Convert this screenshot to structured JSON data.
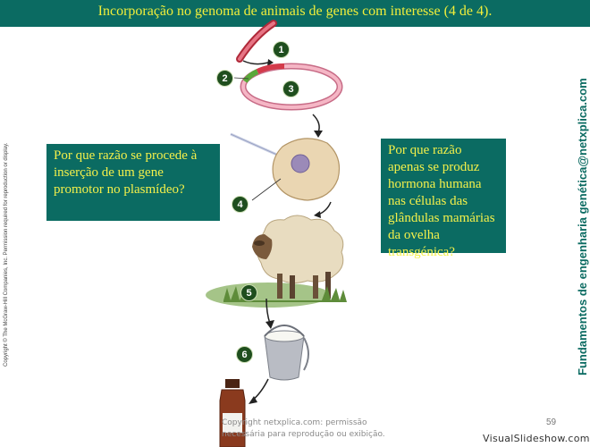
{
  "title": "Incorporação no genoma de animais de genes com interesse (4 de 4).",
  "copyright": "Copyright © The McGraw-Hill Companies, Inc. Permission required for reproduction or display.",
  "side_label": "Fundamentos de engenharia genética@netxplica.com",
  "question_left": "Por que razão se procede à inserção de um gene promotor no plasmídeo?",
  "question_right": "Por que razão apenas se produz hormona humana nas células das glândulas mamárias da ovelha transgénica?",
  "steps": [
    "1",
    "2",
    "3",
    "4",
    "5",
    "6"
  ],
  "footer": "Copyright netxplica.com: permissão necessária para reprodução ou exibição.",
  "page_number": "59",
  "watermark": "VisualSlideshow.com",
  "colors": {
    "title_bar": "#0b6b62",
    "title_text": "#f1ee3a",
    "box_bg": "#0b6b62",
    "box_text": "#f4f04a",
    "plasmid": "#f2a8b8",
    "gene": "#d33a4a",
    "promoter": "#5aa83a"
  }
}
